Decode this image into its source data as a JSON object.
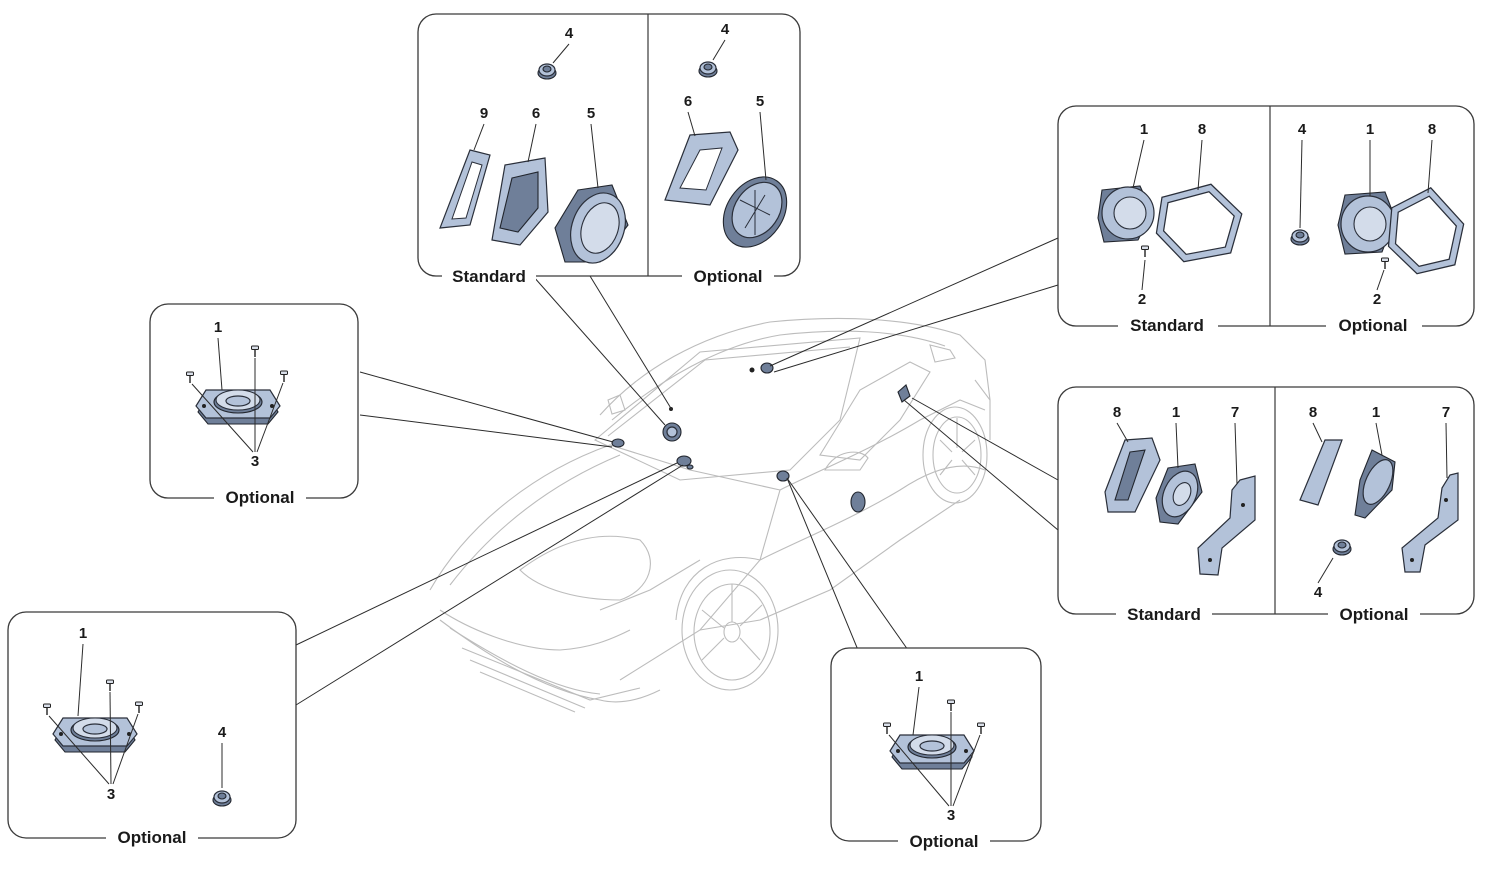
{
  "panels": {
    "top_center": {
      "left_caption": "Standard",
      "right_caption": "Optional",
      "left_numbers": [
        "4",
        "9",
        "6",
        "5"
      ],
      "right_numbers": [
        "4",
        "6",
        "5"
      ]
    },
    "top_right": {
      "left_caption": "Standard",
      "right_caption": "Optional",
      "left_numbers": [
        "1",
        "8",
        "2"
      ],
      "right_numbers": [
        "4",
        "1",
        "8",
        "2"
      ]
    },
    "mid_right": {
      "left_caption": "Standard",
      "right_caption": "Optional",
      "left_numbers": [
        "8",
        "1",
        "7"
      ],
      "right_numbers": [
        "8",
        "1",
        "7",
        "4"
      ]
    },
    "left_mid": {
      "caption": "Optional",
      "numbers": [
        "1",
        "3"
      ]
    },
    "bottom_left": {
      "caption": "Optional",
      "numbers": [
        "1",
        "3",
        "4"
      ]
    },
    "bottom_center": {
      "caption": "Optional",
      "numbers": [
        "1",
        "3"
      ]
    }
  },
  "colors": {
    "part_fill": "#b3c2d9",
    "part_dark": "#6f7f99",
    "outline": "#2a2f3a",
    "car_line": "#bcbcbc"
  }
}
